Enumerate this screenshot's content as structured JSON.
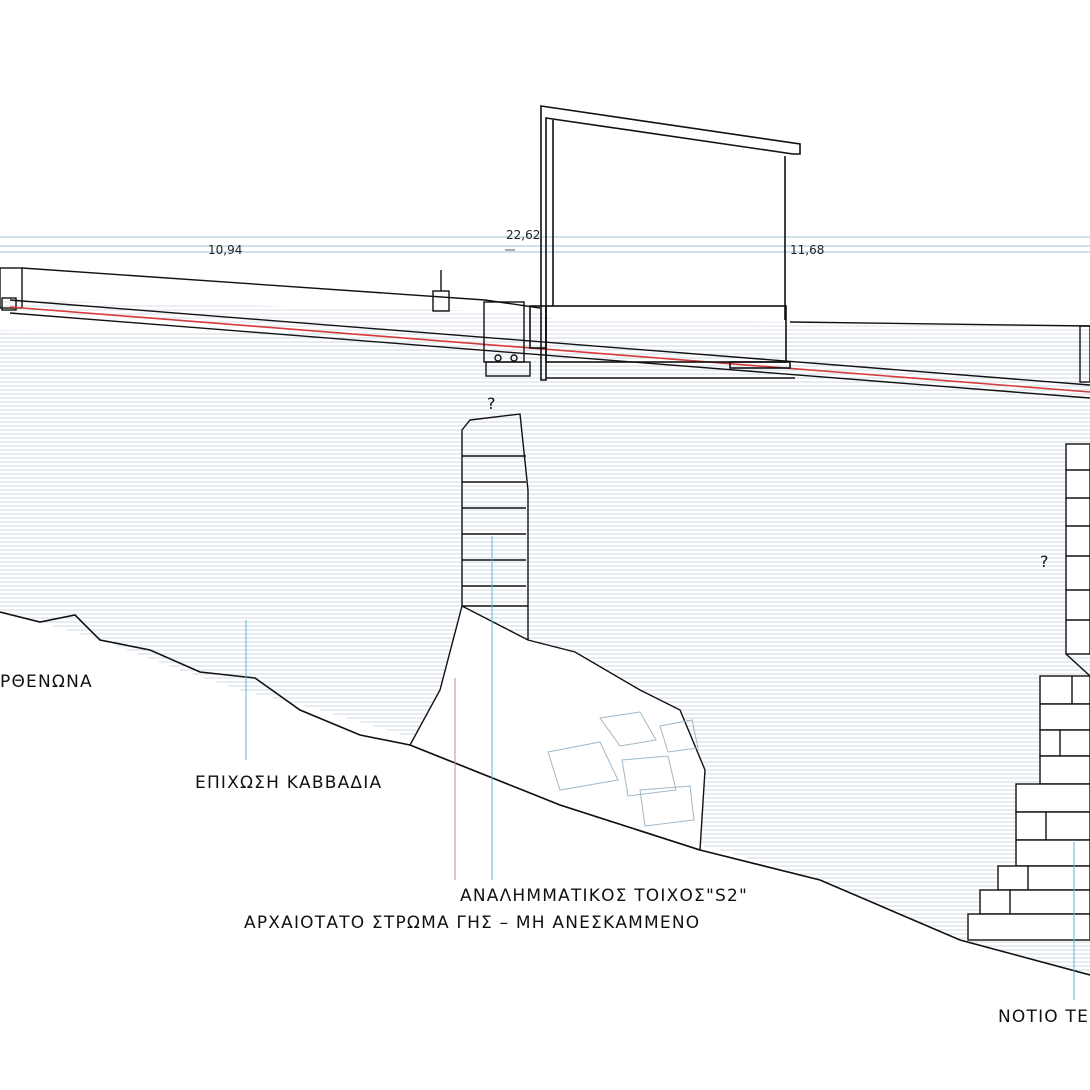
{
  "dimensions": {
    "left": "10,94",
    "center": "22,62",
    "right": "11,68"
  },
  "labels": {
    "parthenon_fill": "ΡΘΕΝΩΝΑ",
    "kavvadia_fill": "ΕΠΙΧΩΣΗ ΚΑΒΒΑΔΙΑ",
    "retaining_wall": "ΑΝΑΛΗΜΜΑΤΙΚΟΣ ΤΟΙΧΟΣ\"S2\"",
    "oldest_layer": "ΑΡΧΑΙΟΤΑΤΟ ΣΤΡΩΜΑ ΓΗΣ – ΜΗ ΑΝΕΣΚΑΜΜΕΝΟ",
    "south_wall": "ΝΟΤΙΟ ΤΕ"
  },
  "unknown_marks": [
    "?",
    "?"
  ],
  "colors": {
    "ink": "#111111",
    "red_line": "#d63a3a",
    "cyan_leader": "#5ab8d0",
    "pink_leader": "#e07a90",
    "hatch": "#c9d6e0"
  }
}
